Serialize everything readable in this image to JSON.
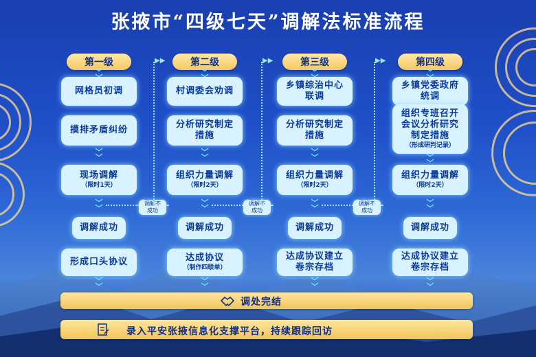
{
  "title": "张掖市“四级七天”调解法标准流程",
  "levels": [
    {
      "header": "第一级",
      "start": "网格员初调",
      "step2": "摸排矛盾纠纷",
      "step3": "现场调解",
      "step3_sub": "（限时1天）",
      "success": "调解成功",
      "result": "形成口头协议",
      "result_sub": ""
    },
    {
      "header": "第二级",
      "start": "村调委会劝调",
      "step2": "分析研究制定措施",
      "step3": "组织力量调解",
      "step3_sub": "（限时2天）",
      "success": "调解成功",
      "result": "达成协议",
      "result_sub": "（制作四联单）"
    },
    {
      "header": "第三级",
      "start": "乡镇综治中心联调",
      "step2": "分析研究制定措施",
      "step3": "组织力量调解",
      "step3_sub": "（限时2天）",
      "success": "调解成功",
      "result": "达成协议建立卷宗存档",
      "result_sub": ""
    },
    {
      "header": "第四级",
      "start": "乡镇党委政府统调",
      "step2": "组织专班召开会议分析研究制定措施",
      "step2_sub": "（形成研判记录）",
      "step3": "组织力量调解",
      "step3_sub": "（限时2天）",
      "success": "调解成功",
      "result": "达成协议建立卷宗存档",
      "result_sub": ""
    }
  ],
  "fail_label": "调解不成功",
  "complete_label": "调处完结",
  "final_label": "录入平安张掖信息化支撑平台，持续跟踪回访",
  "icons": {
    "complete": "handshake-icon",
    "final": "document-icon"
  },
  "colors": {
    "bg": "#1f4fc8",
    "box": "#d9f2ff",
    "text": "#0a3a9c",
    "gold": "#f6c860",
    "glow": "#6fe6ff"
  }
}
